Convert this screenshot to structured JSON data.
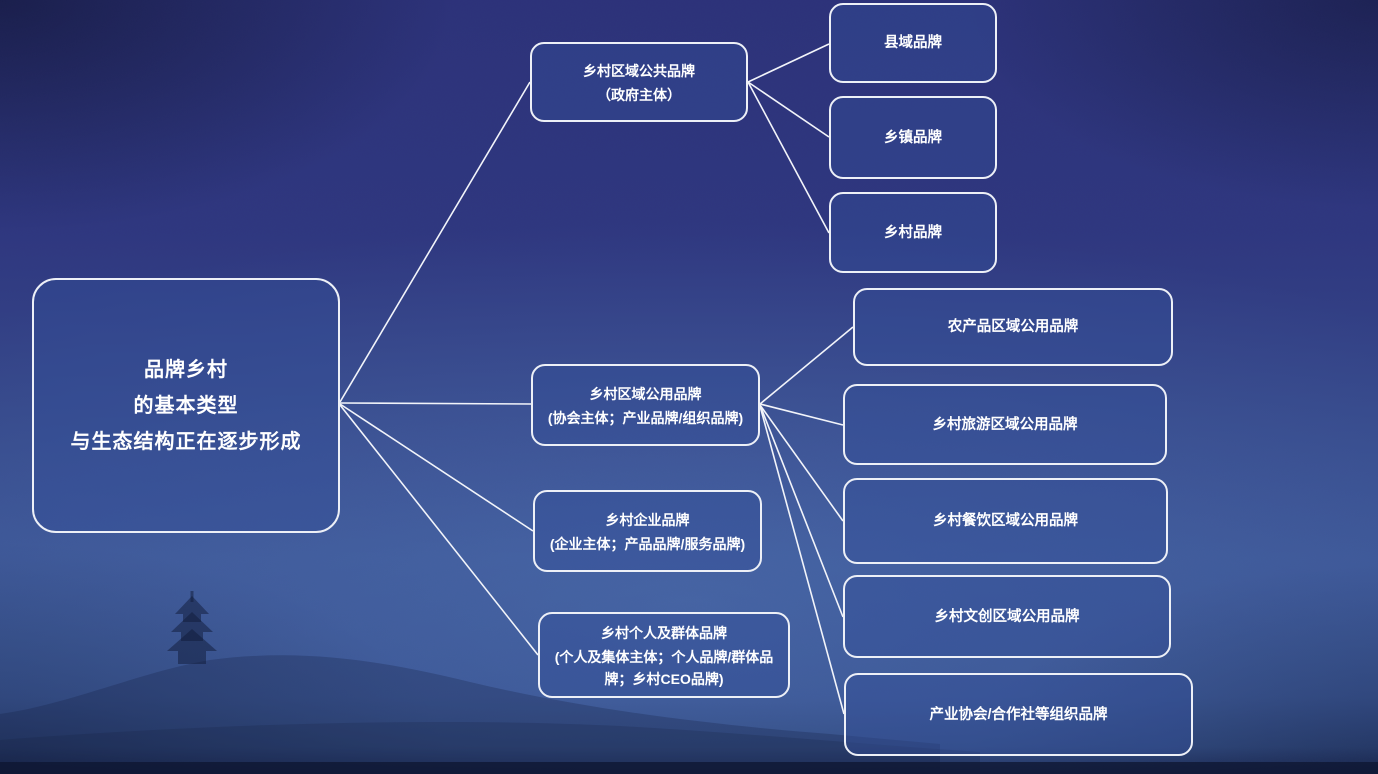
{
  "diagram": {
    "title_node": {
      "lines": [
        "品牌乡村",
        "的基本类型",
        "与生态结构正在逐步形成"
      ]
    },
    "level2": [
      {
        "title": "乡村区域公共品牌",
        "subtitle": "（政府主体）"
      },
      {
        "title": "乡村区域公用品牌",
        "subtitle": "(协会主体；产业品牌/组织品牌)"
      },
      {
        "title": "乡村企业品牌",
        "subtitle": "(企业主体；产品品牌/服务品牌)"
      },
      {
        "title": "乡村个人及群体品牌",
        "subtitle": "(个人及集体主体；个人品牌/群体品牌；乡村CEO品牌)"
      }
    ],
    "level3_government": [
      "县域品牌",
      "乡镇品牌",
      "乡村品牌"
    ],
    "level3_association": [
      "农产品区域公用品牌",
      "乡村旅游区域公用品牌",
      "乡村餐饮区域公用品牌",
      "乡村文创区域公用品牌",
      "产业协会/合作社等组织品牌"
    ]
  },
  "colors": {
    "background_top": "#2d327a",
    "background_bottom": "#3b5595",
    "bottom_strip": "#16224c",
    "box_border": "#edf0f7",
    "box_fill": "rgba(52,78,150,0.45)",
    "connector": "#f2f4fa",
    "text": "#ffffff"
  }
}
